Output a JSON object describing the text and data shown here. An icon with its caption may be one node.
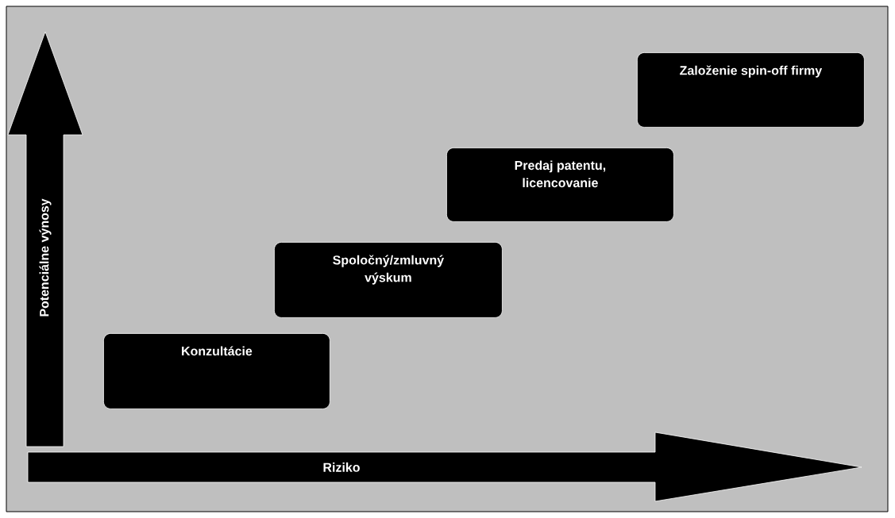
{
  "diagram": {
    "nodes": [
      {
        "text": [
          "Potenciálne výnosy"
        ]
      },
      {
        "text": [
          "Založenie spin-off firmy"
        ]
      },
      {
        "text": [
          "Predaj patentu, licencovanie"
        ]
      },
      {
        "text": [
          "Spoločný/zmluvný výskum"
        ]
      },
      {
        "text": [
          "Konzultácie"
        ]
      },
      {
        "text": [
          "Riziko"
        ]
      }
    ]
  }
}
